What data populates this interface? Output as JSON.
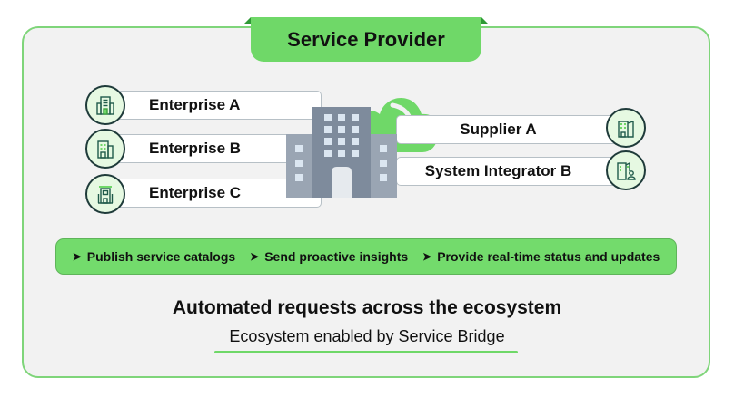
{
  "header": {
    "title": "Service Provider"
  },
  "left_entities": [
    {
      "label": "Enterprise A",
      "icon": "office-building-icon"
    },
    {
      "label": "Enterprise B",
      "icon": "buildings-icon"
    },
    {
      "label": "Enterprise C",
      "icon": "storefront-building-icon"
    }
  ],
  "right_entities": [
    {
      "label": "Supplier A",
      "icon": "twin-buildings-icon"
    },
    {
      "label": "System Integrator B",
      "icon": "building-with-person-icon"
    }
  ],
  "center": {
    "building_icon": "headquarters-building-icon",
    "cloud_icon": "cloud-icon"
  },
  "capabilities": [
    {
      "label": "Publish service catalogs"
    },
    {
      "label": "Send proactive insights"
    },
    {
      "label": "Provide real-time status and updates"
    }
  ],
  "footer": {
    "headline": "Automated requests across the ecosystem",
    "subtitle": "Ecosystem enabled by Service Bridge"
  },
  "colors": {
    "accent_green": "#6fd868",
    "frame_border": "#7fd57a",
    "dark_green": "#2f9a36",
    "building_gray": "#7e8b9c",
    "background": "#f2f2f2"
  }
}
